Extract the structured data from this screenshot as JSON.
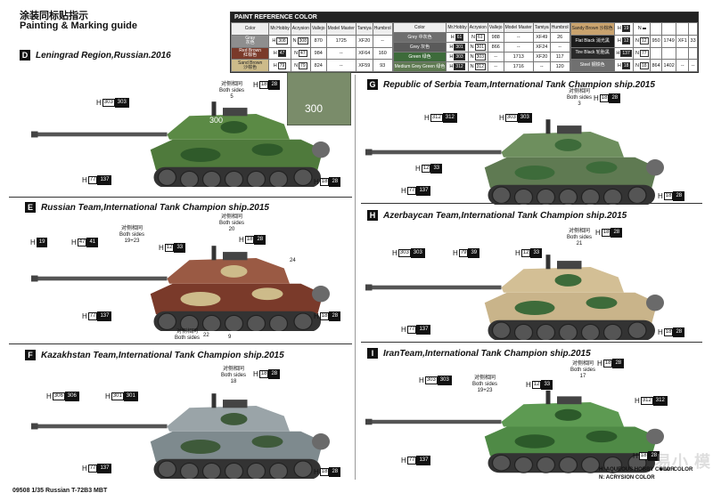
{
  "header": {
    "title_cn": "涂装同标贴指示",
    "title_en": "Painting & Marking guide"
  },
  "palette": {
    "title": "PAINT REFERENCE COLOR",
    "columns": [
      "Color",
      "Mr.Hobby",
      "Acrysion",
      "Vallejo",
      "Model Master",
      "Tamiya",
      "Humbrol"
    ],
    "left": [
      {
        "name": "Gray",
        "name_cn": "灰色",
        "color": "#8e8e8e",
        "h": "308",
        "n": "308",
        "vallejo": "870",
        "mm": "1725",
        "tamiya": "XF20",
        "humbrol": "--"
      },
      {
        "name": "Red Brown",
        "name_cn": "红棕色",
        "color": "#7a3a2a",
        "h": "47",
        "n": "47",
        "vallejo": "984",
        "mm": "--",
        "tamiya": "XF64",
        "humbrol": "160"
      },
      {
        "name": "Sand Brown",
        "name_cn": "沙棕色",
        "color": "#cdbb8a",
        "h": "79",
        "n": "79",
        "vallejo": "824",
        "mm": "--",
        "tamiya": "XF59",
        "humbrol": "93"
      }
    ],
    "mid": [
      {
        "name": "Grey",
        "name_cn": "中灰色",
        "color": "#6e6e6e",
        "h": "61",
        "n": "61",
        "vallejo": "988",
        "mm": "--",
        "tamiya": "XF49",
        "humbrol": "26"
      },
      {
        "name": "Grey",
        "name_cn": "灰色",
        "color": "#5a5a5a",
        "h": "301",
        "n": "301",
        "vallejo": "866",
        "mm": "--",
        "tamiya": "XF24",
        "humbrol": "--"
      },
      {
        "name": "Green",
        "name_cn": "绿色",
        "color": "#3d6b3a",
        "h": "303",
        "n": "303",
        "vallejo": "--",
        "mm": "1713",
        "tamiya": "XF20",
        "humbrol": "117"
      },
      {
        "name": "Medium Grey Green",
        "name_cn": "绿色",
        "color": "#5f7a52",
        "h": "312",
        "n": "312",
        "vallejo": "--",
        "mm": "1716",
        "tamiya": "--",
        "humbrol": "120"
      }
    ],
    "right": [
      {
        "name": "Sandy Brown",
        "name_cn": "沙棕色",
        "color": "#c9a36e",
        "h": "19",
        "n": "",
        "vallejo": "",
        "mm": "",
        "tamiya": "",
        "humbrol": ""
      },
      {
        "name": "Flat Black",
        "name_cn": "消光黑",
        "color": "#1b1b1b",
        "h": "12",
        "n": "12",
        "vallejo": "950",
        "mm": "1749",
        "tamiya": "XF1",
        "humbrol": "33"
      },
      {
        "name": "Tire Black",
        "name_cn": "轮胎黑",
        "color": "#2a2a2a",
        "h": "137",
        "n": "77",
        "vallejo": "",
        "mm": "",
        "tamiya": "",
        "humbrol": ""
      },
      {
        "name": "Steel",
        "name_cn": "钢铁色",
        "color": "#707070",
        "h": "18",
        "n": "18",
        "vallejo": "864",
        "mm": "1402",
        "tamiya": "--",
        "humbrol": "--"
      }
    ]
  },
  "panels": {
    "D": {
      "letter": "D",
      "title": "Leningrad Region,Russian.2016",
      "turret_number": "300",
      "codes": [
        "H 303 303",
        "H 18 28",
        "H 77 137",
        "H 18 28"
      ],
      "note": "对侧相同\nBoth sides\n5"
    },
    "E": {
      "letter": "E",
      "title": "Russian Team,International Tank Champion ship.2015",
      "codes": [
        "H 19",
        "H 47 41",
        "H 12 33",
        "H 18 28",
        "H 77 137",
        "H 18 28"
      ],
      "note_top": "对侧相同\nBoth sides\n19+23",
      "note_turret": "对侧相同\nBoth sides\n20",
      "note_bottom": "对侧相同\nBoth sides",
      "n22": "22",
      "n9": "9",
      "n24": "24"
    },
    "F": {
      "letter": "F",
      "title": "Kazakhstan Team,International Tank Champion ship.2015",
      "codes": [
        "H 306 306",
        "H 301 301",
        "H 18 28",
        "H 77 137",
        "H 18 28"
      ],
      "note": "对侧相同\nBoth sides\n18"
    },
    "G": {
      "letter": "G",
      "title": "Republic of Serbia Team,International Tank Champion ship.2015",
      "codes": [
        "H 312 312",
        "H 303 303",
        "H 18 28",
        "H 12 33",
        "H 77 137",
        "H 18 28"
      ],
      "note": "对侧相同\nBoth sides\n3"
    },
    "H": {
      "letter": "H",
      "title": "Azerbaycan Team,International Tank Champion ship.2015",
      "codes": [
        "H 303 303",
        "H 79 39",
        "H 12 33",
        "H 18 28",
        "H 77 137",
        "H 18 28"
      ],
      "note": "对侧相同\nBoth sides\n21"
    },
    "I": {
      "letter": "I",
      "title": "IranTeam,International Tank Champion ship.2015",
      "codes": [
        "H 303 303",
        "H 12 33",
        "H 18 28",
        "H 312 312",
        "H 77 137",
        "H 18 28"
      ],
      "note": "对侧相同\nBoth sides\n19+23",
      "note2": "对侧相同\nBoth sides\n17"
    }
  },
  "footer": {
    "product": "09508  1/35 Russian T-72B3 MBT",
    "legend_h": "H: AQUEOUS HOBBY COLOR",
    "legend_n": "N: ACRYSION COLOR",
    "legend_mr": "Mr. COLOR"
  },
  "watermark": "易小 模"
}
